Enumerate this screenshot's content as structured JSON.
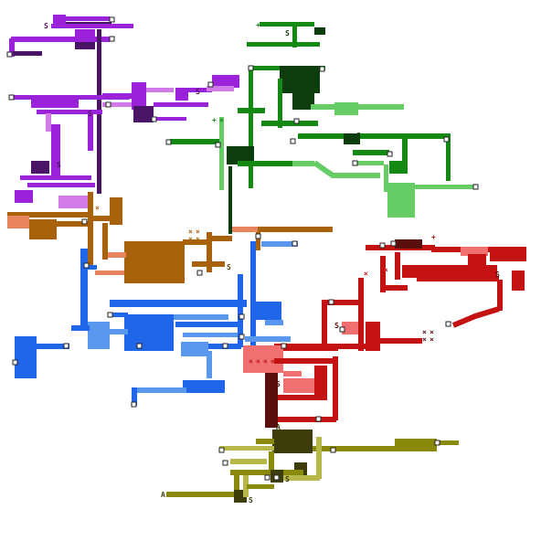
{
  "map": {
    "marker_labels": {
      "save": "S",
      "start": "A",
      "plus": "+",
      "cross": "×"
    },
    "regions": [
      {
        "name": "violet",
        "color": "#9a22d8",
        "dark": "#4a1466",
        "light": "#d27ae8"
      },
      {
        "name": "green",
        "color": "#148a14",
        "dark": "#0d3d0d",
        "light": "#66cc66"
      },
      {
        "name": "brown",
        "color": "#a8620c",
        "dark": "#5e3a08",
        "light": "#e8845e"
      },
      {
        "name": "blue",
        "color": "#1f66e8",
        "dark": "#143a8a",
        "light": "#5a98f0"
      },
      {
        "name": "red",
        "color": "#c41212",
        "dark": "#5a0f0f",
        "light": "#f07070"
      },
      {
        "name": "olive",
        "color": "#8a8a0a",
        "dark": "#3d3d0c",
        "light": "#b8b84a"
      }
    ]
  }
}
